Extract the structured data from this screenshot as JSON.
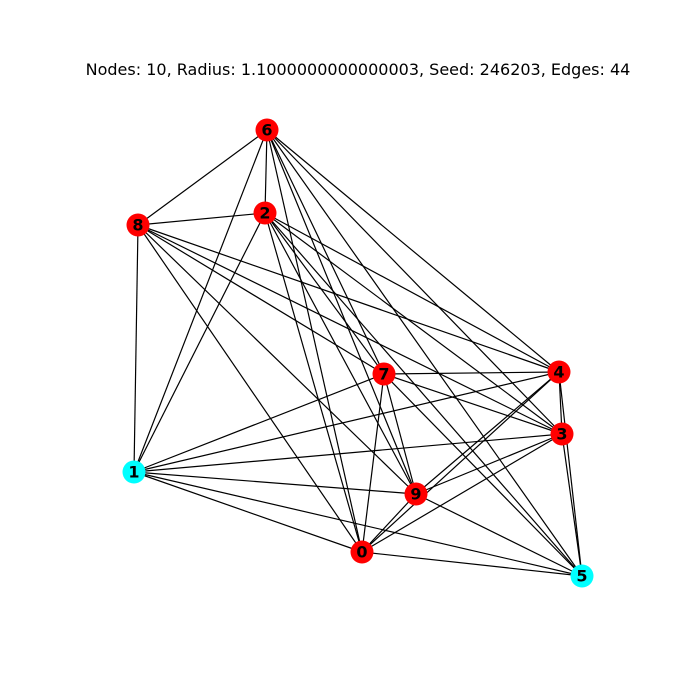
{
  "title": "Nodes: 10, Radius: 1.1000000000000003, Seed: 246203, Edges: 44",
  "colors": {
    "red": "#ff0000",
    "cyan": "#00ffff",
    "edge": "#000000"
  },
  "nodes": [
    {
      "id": "0",
      "label": "0",
      "color": "red"
    },
    {
      "id": "1",
      "label": "1",
      "color": "cyan"
    },
    {
      "id": "2",
      "label": "2",
      "color": "red"
    },
    {
      "id": "3",
      "label": "3",
      "color": "red"
    },
    {
      "id": "4",
      "label": "4",
      "color": "red"
    },
    {
      "id": "5",
      "label": "5",
      "color": "cyan"
    },
    {
      "id": "6",
      "label": "6",
      "color": "red"
    },
    {
      "id": "7",
      "label": "7",
      "color": "red"
    },
    {
      "id": "8",
      "label": "8",
      "color": "red"
    },
    {
      "id": "9",
      "label": "9",
      "color": "red"
    }
  ],
  "edges": [
    [
      "6",
      "8"
    ],
    [
      "6",
      "2"
    ],
    [
      "6",
      "1"
    ],
    [
      "6",
      "7"
    ],
    [
      "6",
      "9"
    ],
    [
      "6",
      "0"
    ],
    [
      "6",
      "4"
    ],
    [
      "6",
      "3"
    ],
    [
      "6",
      "5"
    ],
    [
      "8",
      "2"
    ],
    [
      "8",
      "1"
    ],
    [
      "8",
      "7"
    ],
    [
      "8",
      "9"
    ],
    [
      "8",
      "0"
    ],
    [
      "8",
      "4"
    ],
    [
      "8",
      "3"
    ],
    [
      "2",
      "1"
    ],
    [
      "2",
      "7"
    ],
    [
      "2",
      "9"
    ],
    [
      "2",
      "0"
    ],
    [
      "2",
      "4"
    ],
    [
      "2",
      "3"
    ],
    [
      "2",
      "5"
    ],
    [
      "7",
      "4"
    ],
    [
      "7",
      "3"
    ],
    [
      "7",
      "1"
    ],
    [
      "7",
      "0"
    ],
    [
      "7",
      "9"
    ],
    [
      "7",
      "5"
    ],
    [
      "4",
      "1"
    ],
    [
      "4",
      "3"
    ],
    [
      "4",
      "9"
    ],
    [
      "4",
      "0"
    ],
    [
      "4",
      "5"
    ],
    [
      "3",
      "1"
    ],
    [
      "3",
      "9"
    ],
    [
      "3",
      "0"
    ],
    [
      "3",
      "5"
    ],
    [
      "1",
      "9"
    ],
    [
      "1",
      "0"
    ],
    [
      "1",
      "5"
    ],
    [
      "9",
      "0"
    ],
    [
      "9",
      "5"
    ],
    [
      "0",
      "5"
    ]
  ]
}
